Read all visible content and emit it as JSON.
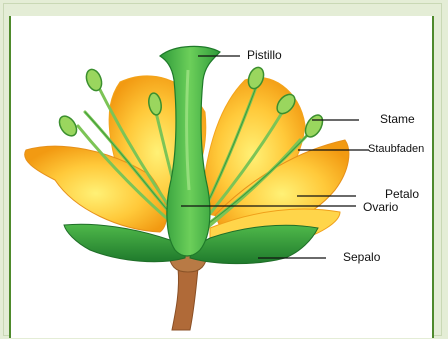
{
  "labels": {
    "pistil": "Pistillo",
    "stamen": "Stame",
    "filament": "Staubfaden",
    "petal": "Petalo",
    "ovary": "Ovario",
    "sepal": "Sepalo"
  },
  "colors": {
    "background": "#e4edd6",
    "panel_border": "#4e8a2c",
    "petal_light": "#ffe36a",
    "petal_dark": "#f2a21a",
    "petal_edge": "#e08a10",
    "green_light": "#8fd36a",
    "green_dark": "#2f9a3a",
    "stem": "#b0703e",
    "leader_line": "#111111"
  }
}
